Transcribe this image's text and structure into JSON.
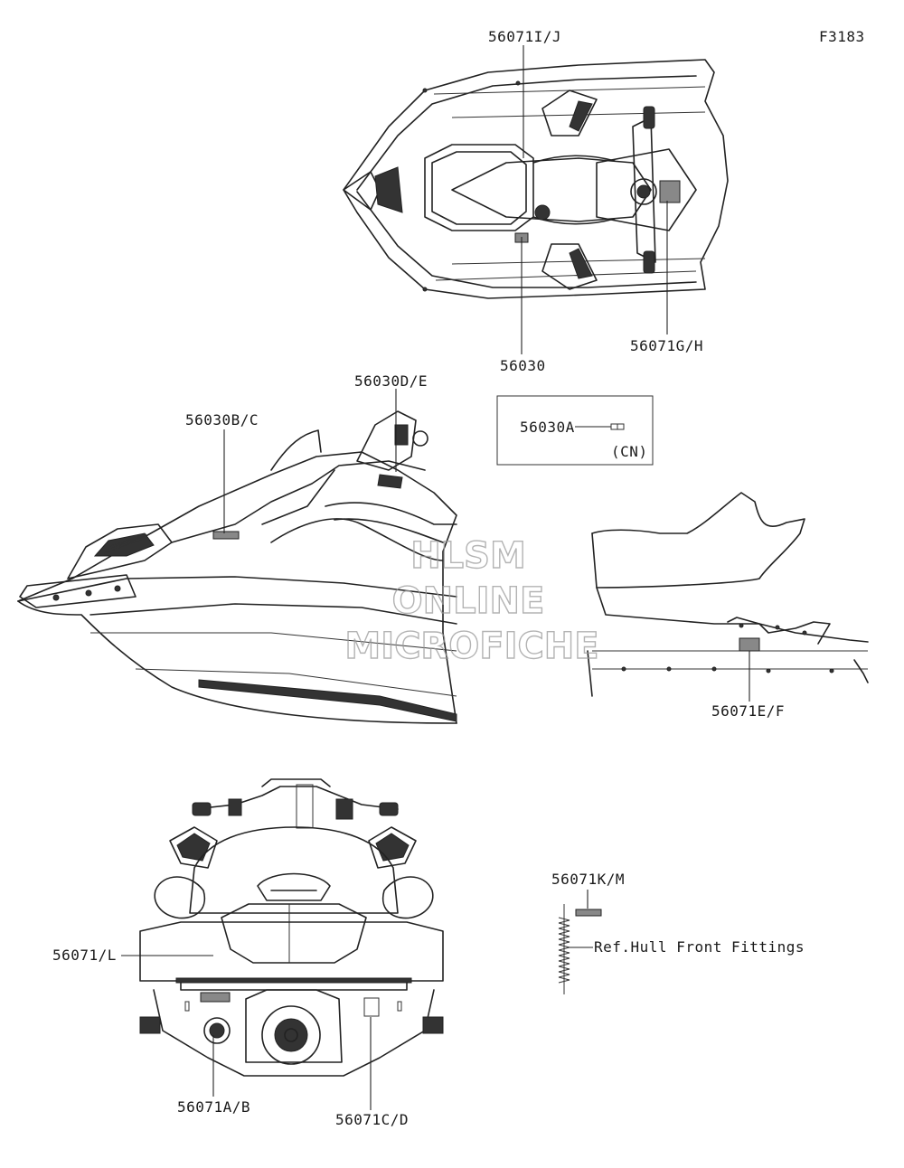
{
  "figure_code": "F3183",
  "watermark": {
    "line1": "HLSM",
    "line2": "ONLINE",
    "line3": "MICROFICHE"
  },
  "callouts": {
    "top_ij": "56071I/J",
    "top_56030": "56030",
    "top_gh": "56071G/H",
    "side_bc": "56030B/C",
    "side_de": "56030D/E",
    "box_a": "56030A",
    "box_cn": "(CN)",
    "right_ef": "56071E/F",
    "rear_l": "56071/L",
    "rear_ab": "56071A/B",
    "rear_cd": "56071C/D",
    "km": "56071K/M",
    "ref": "Ref.Hull Front Fittings"
  }
}
